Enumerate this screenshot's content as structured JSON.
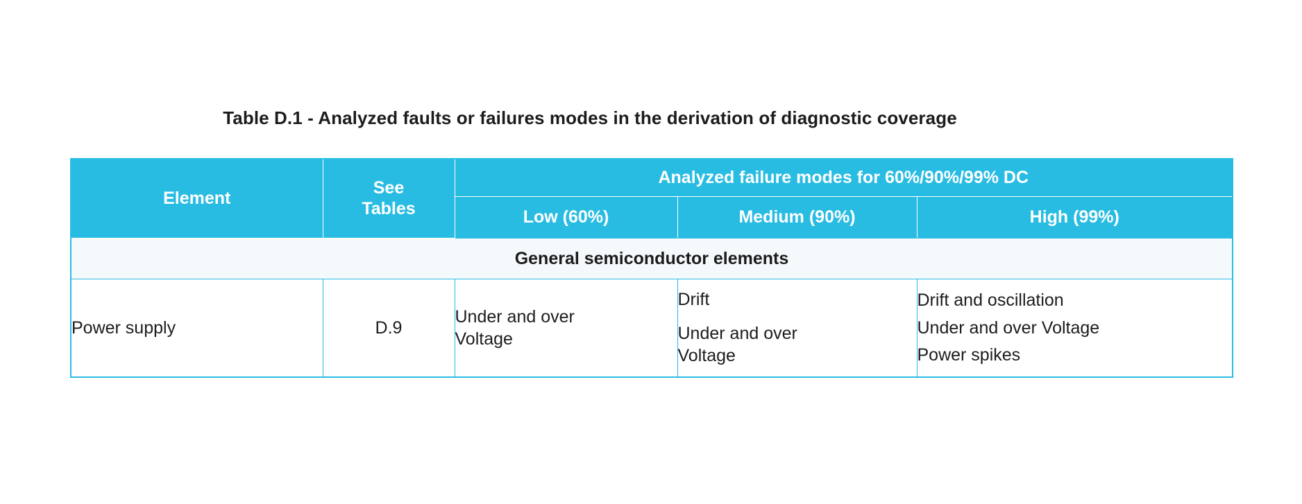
{
  "title": "Table D.1 - Analyzed faults or failures modes in the derivation of diagnostic coverage",
  "colors": {
    "header_blue": "#29BCE2",
    "section_background": "#F4F9FC",
    "border": "#29BCE2",
    "header_text": "#FFFFFF",
    "body_text": "#1C1C1C"
  },
  "table": {
    "headers": {
      "element": "Element",
      "see_tables": "See\nTables",
      "see_tables_line1": "See",
      "see_tables_line2": "Tables",
      "group_span": "Analyzed failure modes for 60%/90%/99% DC",
      "low": "Low (60%)",
      "medium": "Medium (90%)",
      "high": "High (99%)"
    },
    "section_rows": [
      {
        "label": "General semiconductor elements"
      }
    ],
    "rows": [
      {
        "element": "Power supply",
        "see_tables": "D.9",
        "low": [
          "Under and over Voltage"
        ],
        "low_line1": "Under and over",
        "low_line2": "Voltage",
        "medium": [
          "Drift",
          "Under and over Voltage"
        ],
        "medium_item1": "Drift",
        "medium_item2_line1": "Under and over",
        "medium_item2_line2": "Voltage",
        "high": [
          "Drift and oscillation",
          "Under and over Voltage",
          "Power spikes"
        ],
        "high_item1": "Drift and oscillation",
        "high_item2": "Under and over Voltage",
        "high_item3": "Power spikes"
      }
    ]
  }
}
